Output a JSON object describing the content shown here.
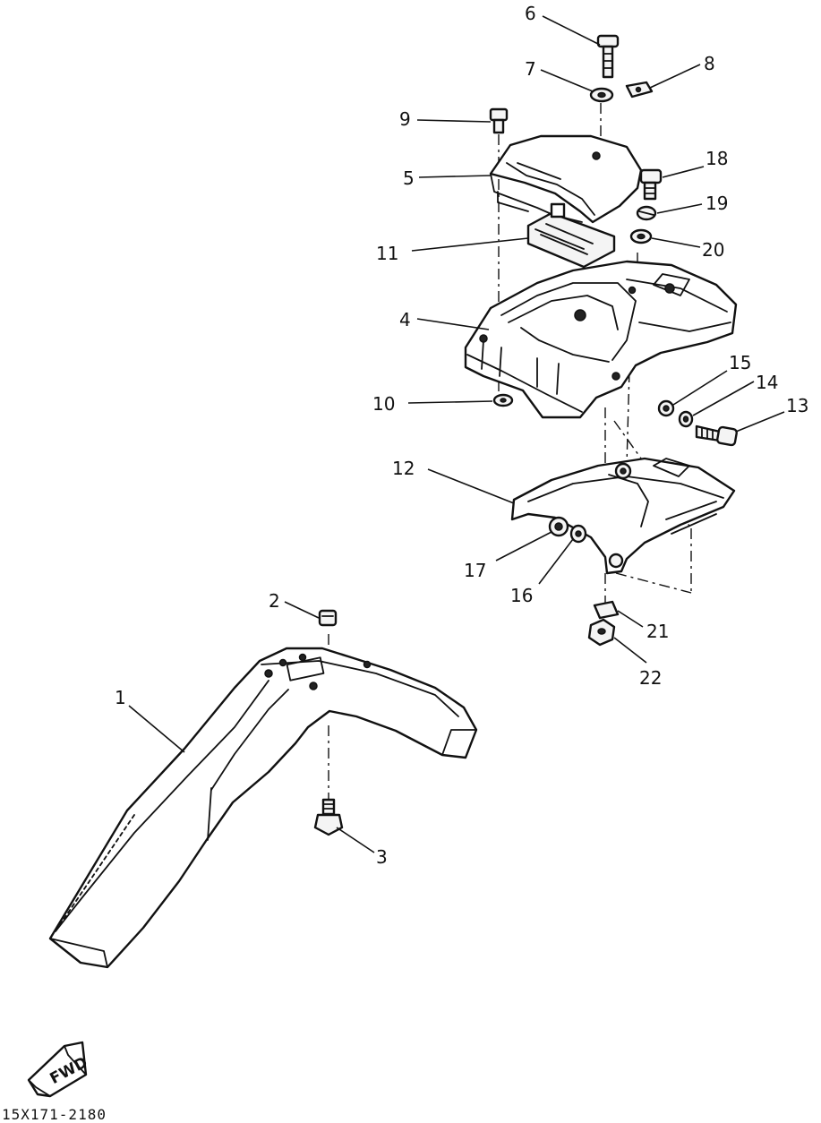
{
  "callouts": [
    {
      "id": "1",
      "text": "1"
    },
    {
      "id": "2",
      "text": "2"
    },
    {
      "id": "3",
      "text": "3"
    },
    {
      "id": "4",
      "text": "4"
    },
    {
      "id": "5",
      "text": "5"
    },
    {
      "id": "6",
      "text": "6"
    },
    {
      "id": "7",
      "text": "7"
    },
    {
      "id": "8",
      "text": "8"
    },
    {
      "id": "9",
      "text": "9"
    },
    {
      "id": "10",
      "text": "10"
    },
    {
      "id": "11",
      "text": "11"
    },
    {
      "id": "12",
      "text": "12"
    },
    {
      "id": "13",
      "text": "13"
    },
    {
      "id": "14",
      "text": "14"
    },
    {
      "id": "15",
      "text": "15"
    },
    {
      "id": "16",
      "text": "16"
    },
    {
      "id": "17",
      "text": "17"
    },
    {
      "id": "18",
      "text": "18"
    },
    {
      "id": "19",
      "text": "19"
    },
    {
      "id": "20",
      "text": "20"
    },
    {
      "id": "21",
      "text": "21"
    },
    {
      "id": "22",
      "text": "22"
    }
  ],
  "fwd_badge": "FWD",
  "drawing_code": "15X171-2180"
}
